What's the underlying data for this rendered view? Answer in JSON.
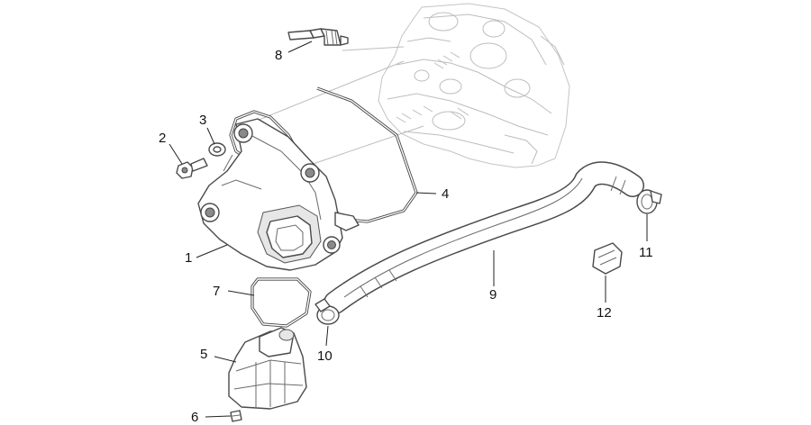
{
  "callouts": [
    {
      "id": "1",
      "label": "1"
    },
    {
      "id": "2",
      "label": "2"
    },
    {
      "id": "3",
      "label": "3"
    },
    {
      "id": "4",
      "label": "4"
    },
    {
      "id": "5",
      "label": "5"
    },
    {
      "id": "6",
      "label": "6"
    },
    {
      "id": "7",
      "label": "7"
    },
    {
      "id": "8",
      "label": "8"
    },
    {
      "id": "9",
      "label": "9"
    },
    {
      "id": "10",
      "label": "10"
    },
    {
      "id": "11",
      "label": "11"
    },
    {
      "id": "12",
      "label": "12"
    }
  ],
  "colors": {
    "line": "#4a4a4a",
    "ghost": "#c4c4c4",
    "background": "#ffffff"
  }
}
